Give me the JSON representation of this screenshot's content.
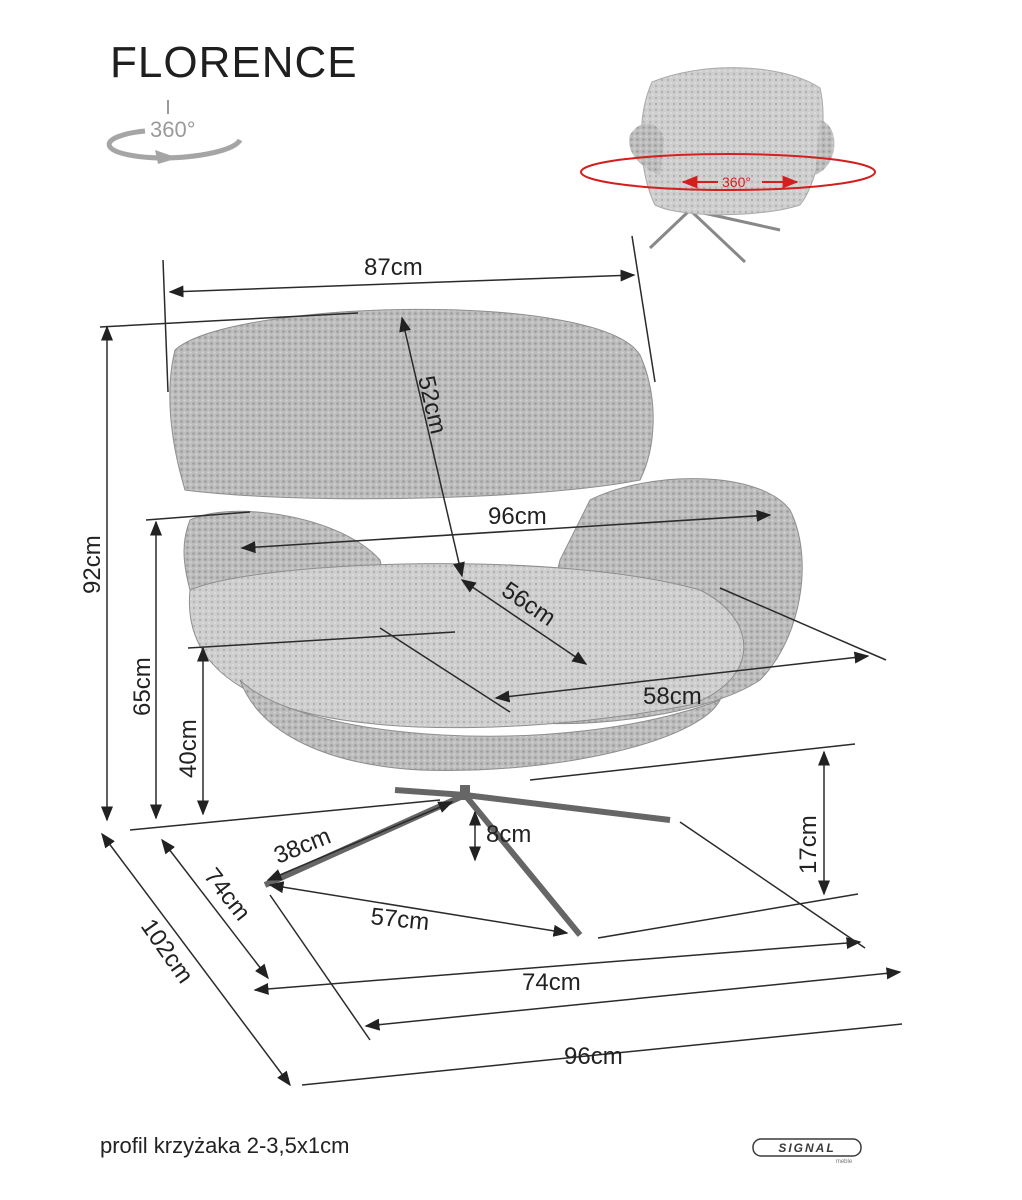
{
  "product": {
    "name": "FLORENCE"
  },
  "rotation": {
    "icon_label": "360°",
    "red_label": "360°"
  },
  "dimensions": {
    "width_top": "87cm",
    "backrest_height": "52cm",
    "width_arms": "96cm",
    "seat_depth": "56cm",
    "seat_width": "58cm",
    "total_height": "92cm",
    "arm_height": "65cm",
    "seat_height": "40cm",
    "base_arm": "38cm",
    "base_clearance": "8cm",
    "base_height": "17cm",
    "base_depth": "74cm",
    "base_span": "57cm",
    "base_width": "74cm",
    "total_depth": "102cm",
    "total_width": "96cm"
  },
  "footer": {
    "profile_text": "profil krzyżaka 2-3,5x1cm"
  },
  "brand": {
    "name": "SIGNAL",
    "sub": "meble",
    "color": "#3a3a3a"
  },
  "colors": {
    "accent_red": "#d41f1f",
    "fabric": "#a9a9a9",
    "line": "#2b2b2b"
  }
}
